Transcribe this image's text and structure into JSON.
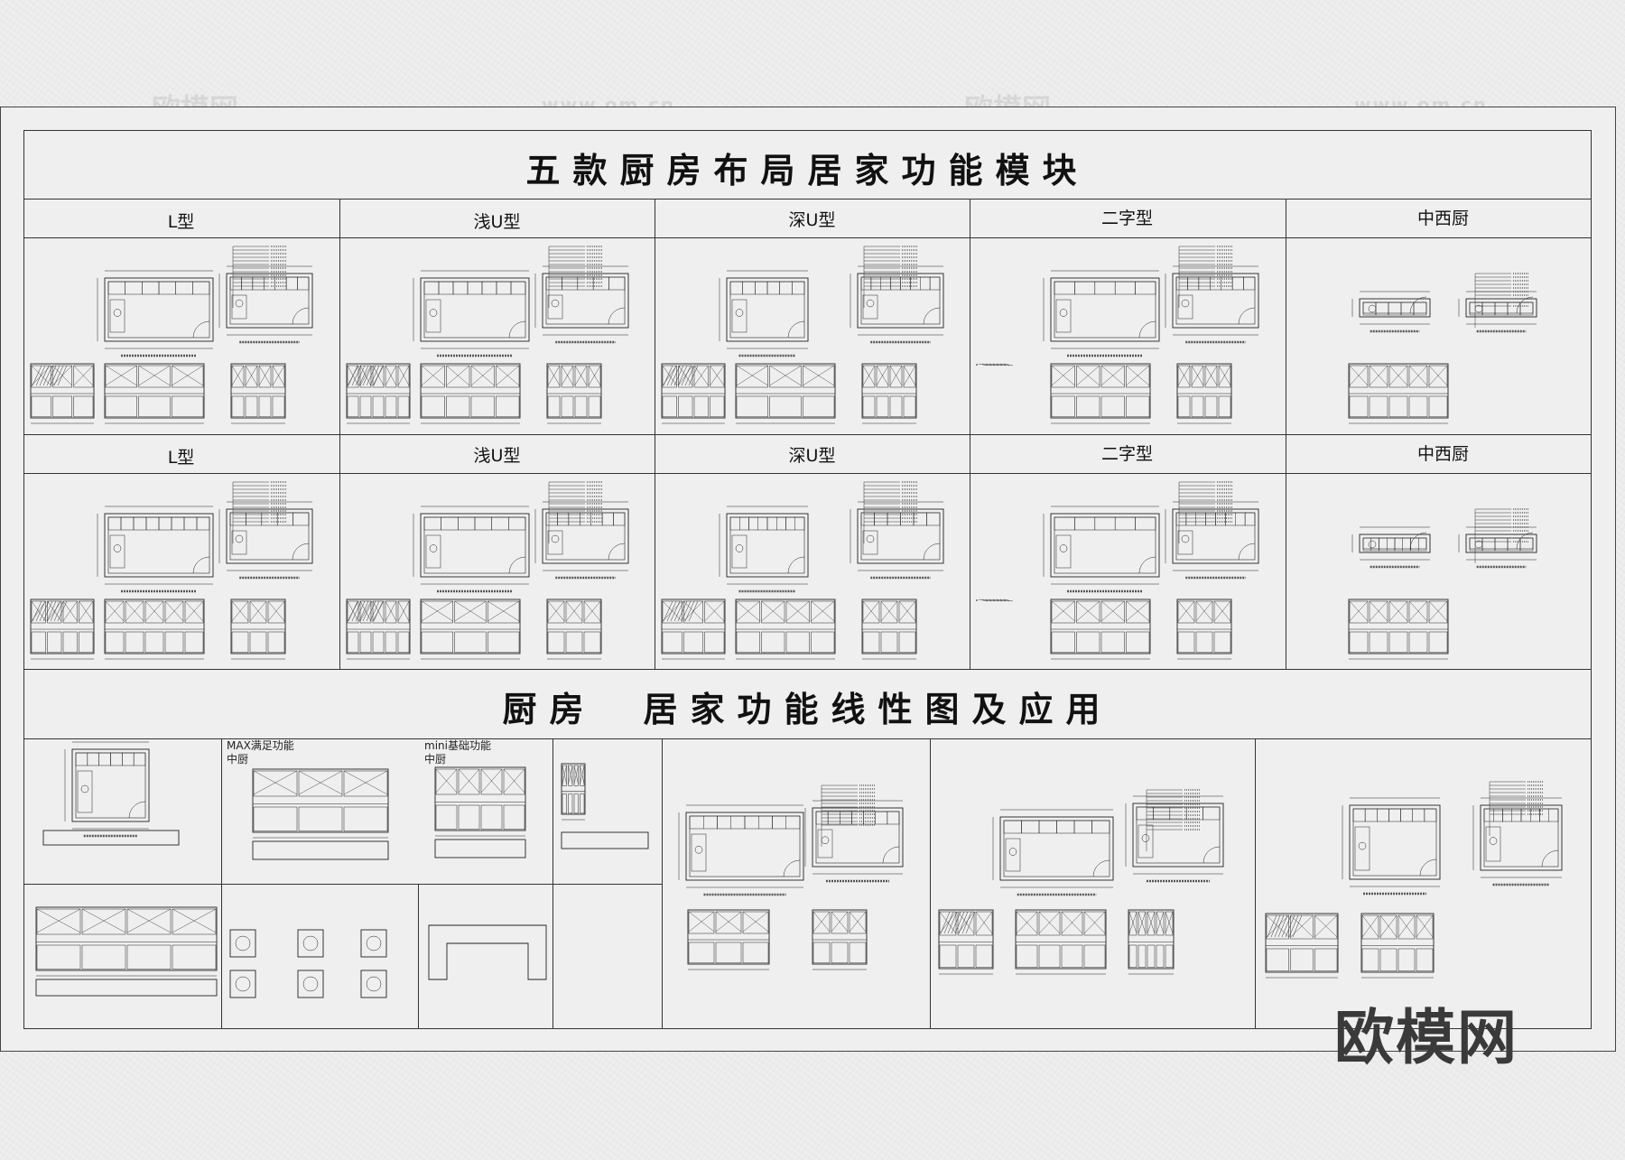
{
  "title_top": "五款厨房布局居家功能模块",
  "title_bottom": "厨房　居家功能线性图及应用",
  "row1_labels": [
    "L型",
    "浅U型",
    "深U型",
    "二字型",
    "中西厨"
  ],
  "row2_labels": [
    "L型",
    "浅U型",
    "深U型",
    "二字型",
    "中西厨"
  ],
  "label_max": "MAX满足功能",
  "label_max_sub": "中厨",
  "label_mini": "mini基础功能",
  "label_mini_sub": "中厨",
  "watermark_logo": "欧模网",
  "watermark_url": "www.om.cn"
}
